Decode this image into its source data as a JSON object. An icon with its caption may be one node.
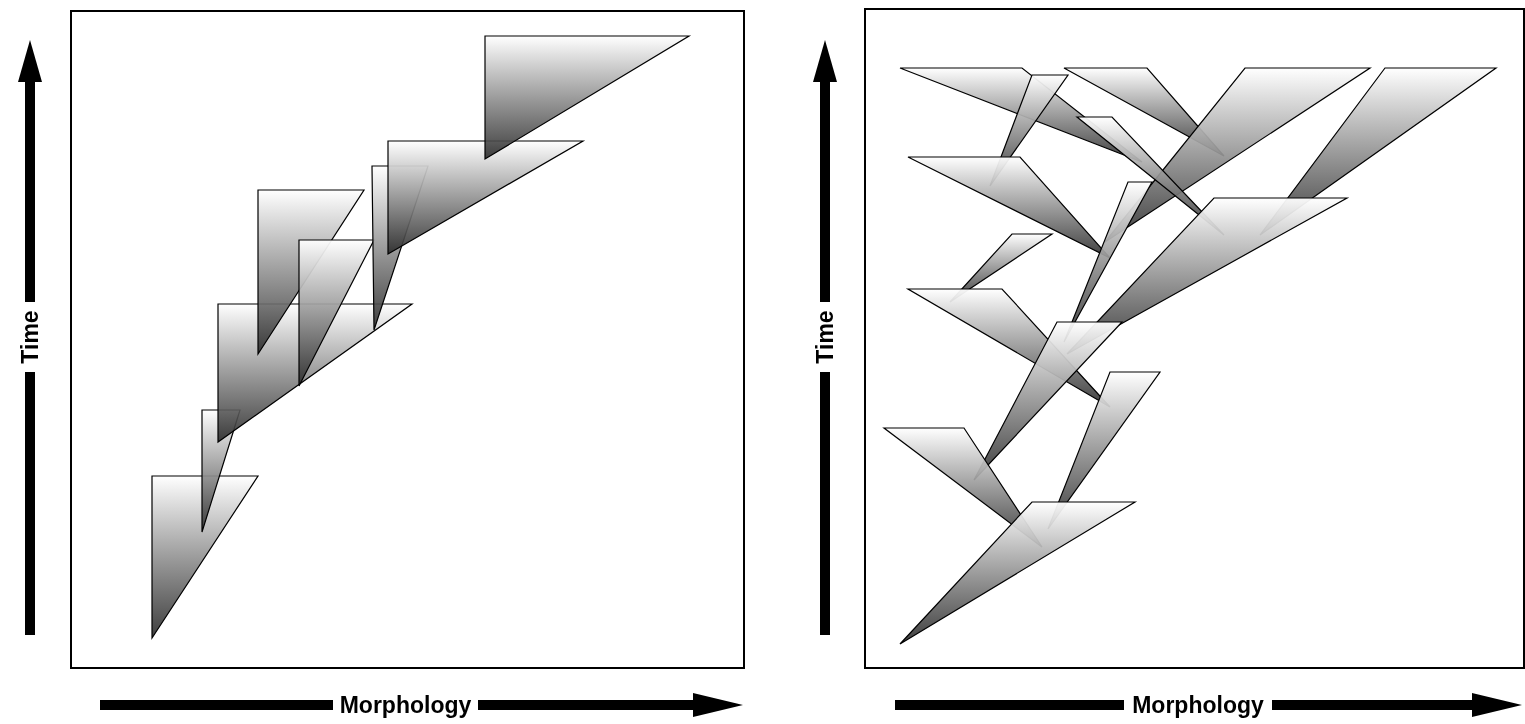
{
  "diagram": {
    "labels": [
      "Time",
      "Morphology",
      "Time",
      "Morphology"
    ]
  }
}
